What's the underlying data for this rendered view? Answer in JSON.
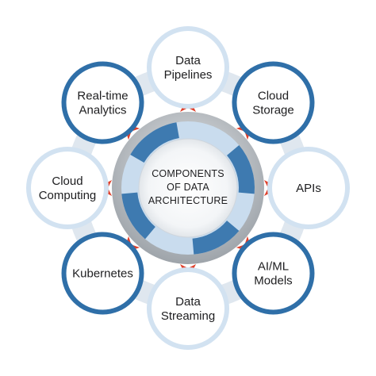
{
  "center": {
    "lines": [
      "COMPONENTS",
      "OF DATA",
      "ARCHITECTURE"
    ]
  },
  "nodes": [
    {
      "id": "data-pipelines",
      "lines": [
        "Data",
        "Pipelines"
      ],
      "ring": "light"
    },
    {
      "id": "cloud-storage",
      "lines": [
        "Cloud",
        "Storage"
      ],
      "ring": "dark"
    },
    {
      "id": "apis",
      "lines": [
        "APIs"
      ],
      "ring": "light"
    },
    {
      "id": "ai-ml-models",
      "lines": [
        "AI/ML",
        "Models"
      ],
      "ring": "dark"
    },
    {
      "id": "data-streaming",
      "lines": [
        "Data",
        "Streaming"
      ],
      "ring": "light"
    },
    {
      "id": "kubernetes",
      "lines": [
        "Kubernetes"
      ],
      "ring": "dark"
    },
    {
      "id": "cloud-computing",
      "lines": [
        "Cloud",
        "Computing"
      ],
      "ring": "light"
    },
    {
      "id": "real-time-analytics",
      "lines": [
        "Real-time",
        "Analytics"
      ],
      "ring": "dark"
    }
  ],
  "colors": {
    "ring_dark": "#2f6fa8",
    "ring_light": "#d2e2f1",
    "arrow": "#e0402b",
    "band": "#dfe7ef",
    "hub_grey": "#b7bcc2",
    "hub_blue": "#2f6fa8",
    "hub_light": "#c9dcee"
  }
}
